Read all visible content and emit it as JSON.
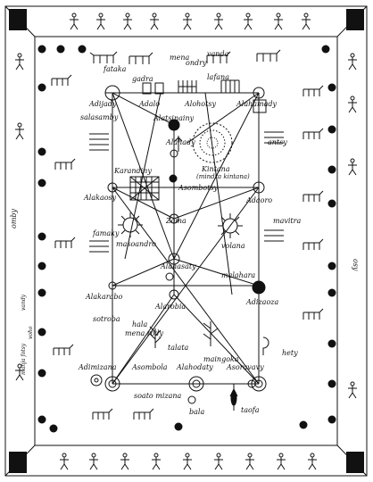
{
  "diagram": {
    "ink": "#111111",
    "paper": "#ffffff",
    "labels": {
      "fataka": "fataka",
      "gadra": "gadra",
      "lafana": "lafana",
      "ondry": "ondry",
      "mena": "mena",
      "vanda": "vanda",
      "adijady": "Adijady",
      "adalo": "Adalo",
      "alohotsy": "Alohotsy",
      "alahamady": "Alahamady",
      "salasamby": "salasamby",
      "alatsinainy": "Alatsinainy",
      "alahady": "Alahady",
      "kintana": "Kintana",
      "mindra_kintana": "(mindra kintana)",
      "antsy": "antsy",
      "karandiny": "Karandiny",
      "alakaosy": "Alakaosy",
      "asombotsy": "Asombotsy",
      "adaoro": "Adaoro",
      "omby": "omby",
      "zoma": "Zoma",
      "mavitra": "mavitra",
      "famaky": "famaky",
      "masoandro": "masoandro",
      "volana": "volana",
      "alahasaty": "Alahasaty",
      "malahara": "malahara",
      "alakarabo": "Alakarabo",
      "adizaoza": "Adizaoza",
      "sotroba": "sotroba",
      "alarobia": "Alarobia",
      "hala": "hala",
      "mena_rody": "mena rody",
      "talata": "talata",
      "maingoka": "maingoka",
      "hety": "hety",
      "adimizana": "Adimizana",
      "asombola": "Asombola",
      "alahodaty": "Alahodaty",
      "asoravavy": "Asoravavy",
      "soato_mizana": "soato mizana",
      "bala": "bala",
      "taofa": "taofa",
      "osy": "osy",
      "vandy": "vandy",
      "manja_fotsy": "manja fotsy",
      "voho": "voho"
    }
  }
}
